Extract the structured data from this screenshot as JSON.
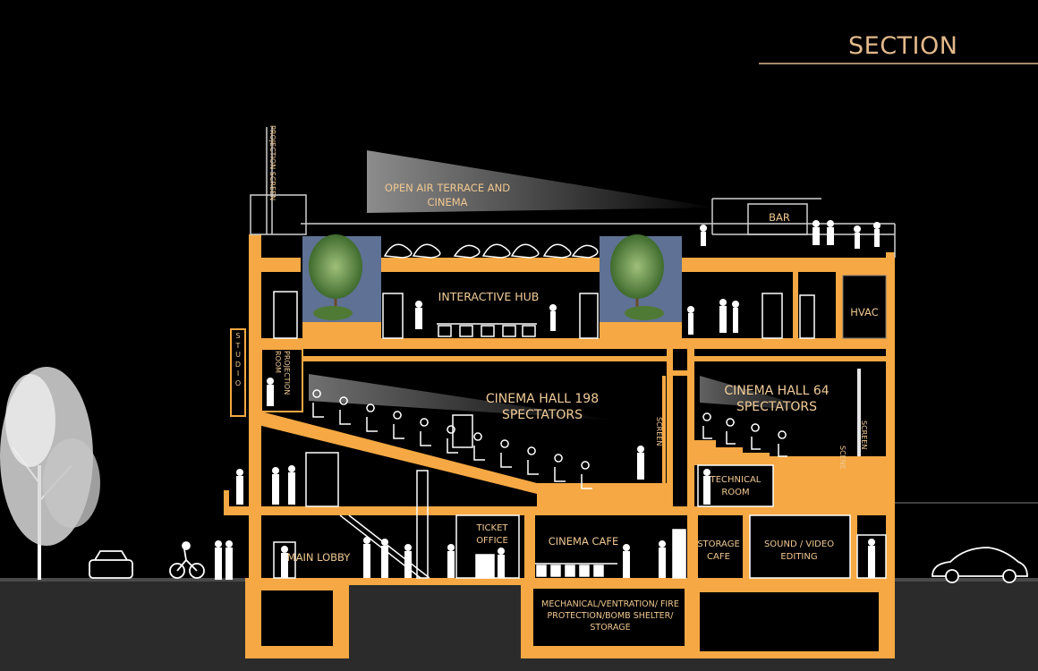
{
  "header": {
    "title": "SECTION"
  },
  "labels": {
    "open_air_terrace": "OPEN AIR TERRACE AND CINEMA",
    "bar": "BAR",
    "interactive_hub": "INTERACTIVE HUB",
    "hvac": "HVAC",
    "projection_screen": "PROJECTION SCREEN",
    "studio": "STUDIO",
    "projection_room": "PROJECTION ROOM",
    "cinema_hall_large": "CINEMA HALL 198 SPECTATORS",
    "cinema_hall_small": "CINEMA HALL 64 SPECTATORS",
    "screen": "SCREEN",
    "scene": "SCENE",
    "technical_room": "TECHNICAL ROOM",
    "ticket_office": "TICKET OFFICE",
    "cinema_cafe": "CINEMA CAFE",
    "storage_cafe": "STORAGE CAFE",
    "sound_video_editing": "SOUND / VIDEO EDITING",
    "main_lobby": "MAIN LOBBY",
    "mechanical": "MECHANICAL/VENTRATION/ FIRE PROTECTION/BOMB SHELTER/ STORAGE"
  },
  "colors": {
    "structure": "#f5a843",
    "title": "#e3b98a",
    "label": "#f0c890",
    "ground": "#3a3a3a",
    "planter": "#5f7194",
    "figure": "#ffffff"
  }
}
